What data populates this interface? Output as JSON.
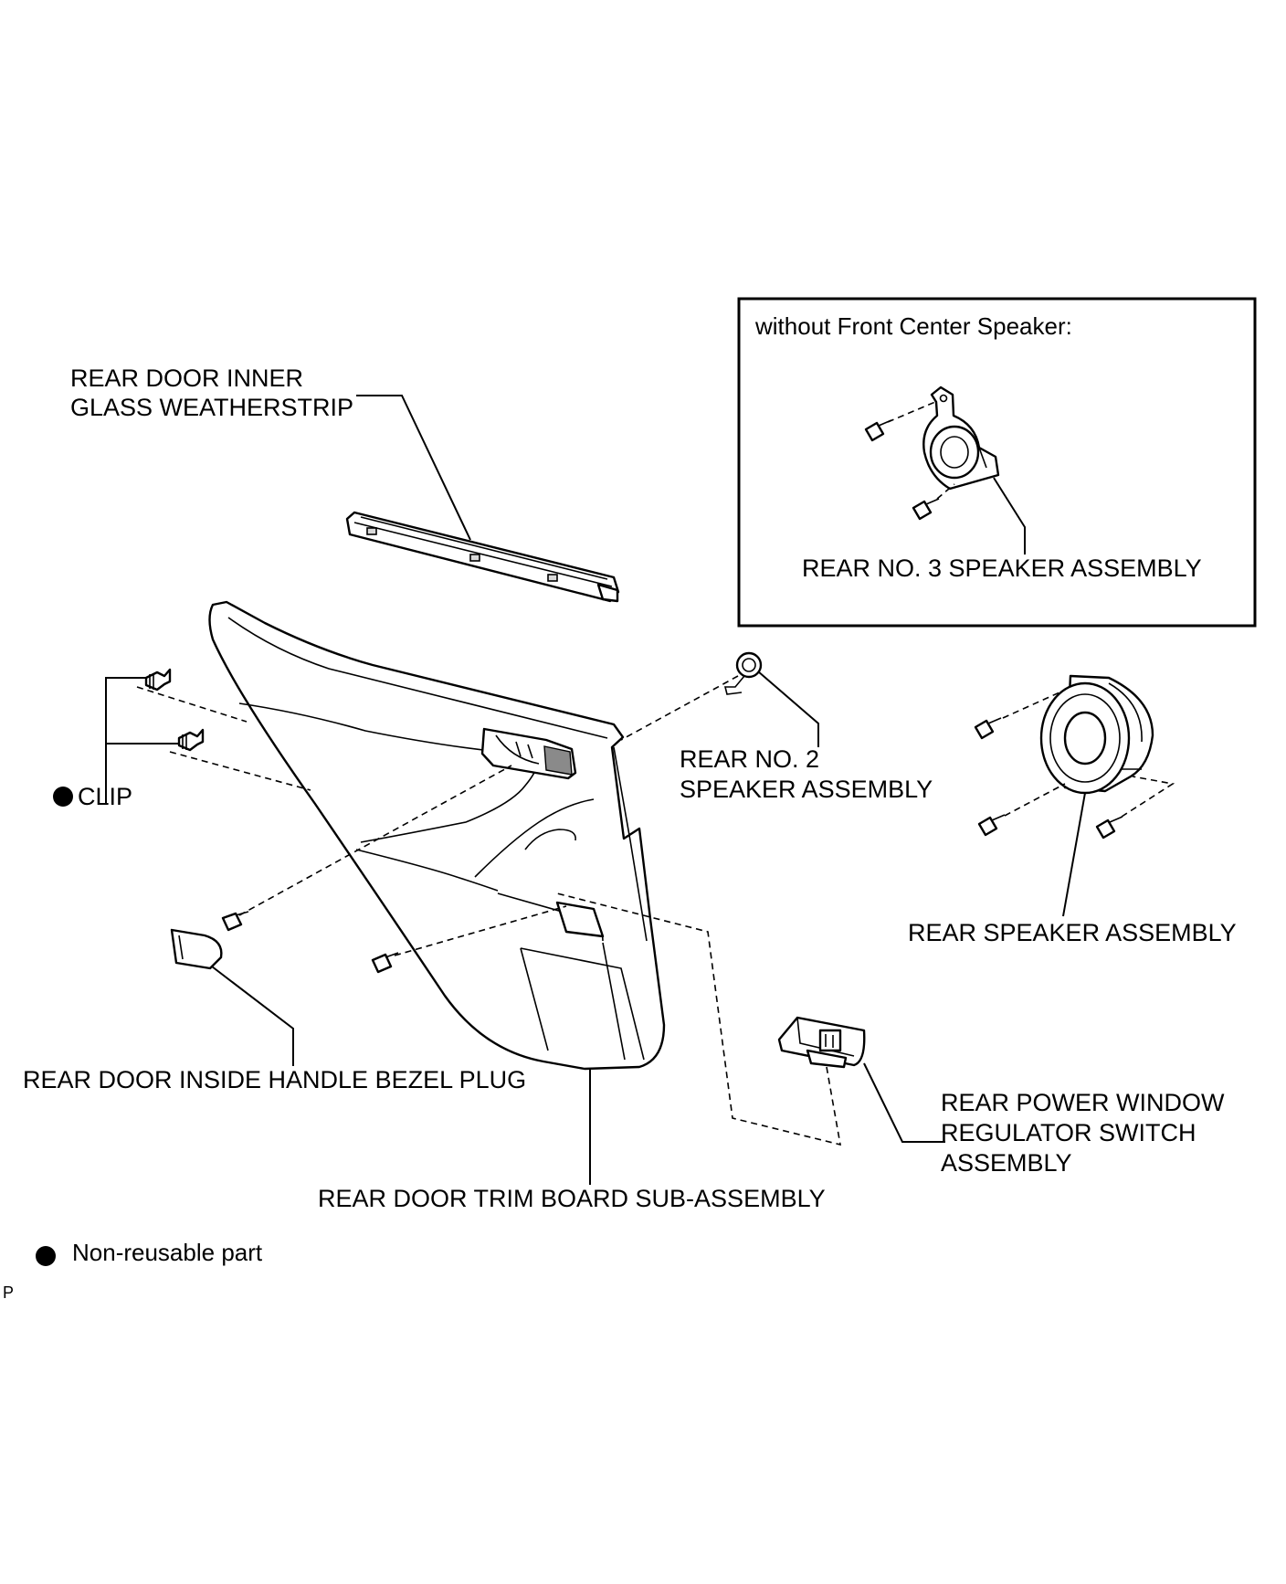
{
  "labels": {
    "inner_glass_weatherstrip_line1": "REAR DOOR INNER",
    "inner_glass_weatherstrip_line2": "GLASS WEATHERSTRIP",
    "clip": "CLIP",
    "rear_no2_speaker_line1": "REAR NO. 2",
    "rear_no2_speaker_line2": "SPEAKER ASSEMBLY",
    "rear_speaker": "REAR SPEAKER ASSEMBLY",
    "inside_handle_bezel_plug": "REAR DOOR INSIDE HANDLE BEZEL PLUG",
    "trim_board": "REAR DOOR TRIM BOARD SUB-ASSEMBLY",
    "power_window_switch_line1": "REAR POWER WINDOW",
    "power_window_switch_line2": "REGULATOR SWITCH",
    "power_window_switch_line3": "ASSEMBLY"
  },
  "inset": {
    "title": "without Front Center Speaker:",
    "label": "REAR NO. 3 SPEAKER ASSEMBLY"
  },
  "legend": {
    "non_reusable": "Non-reusable part"
  },
  "footer_code": "P"
}
